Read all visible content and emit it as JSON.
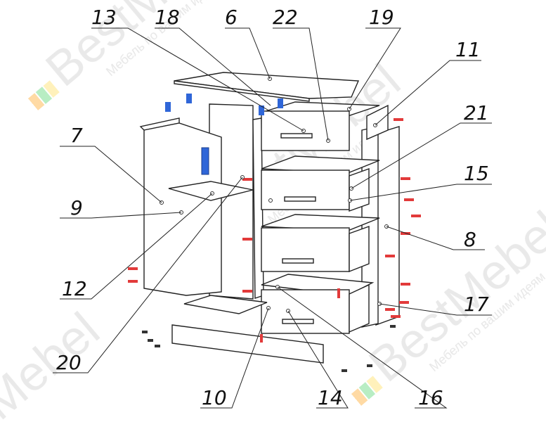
{
  "watermark": {
    "brand": "BestMebel",
    "tagline": "Мебель по вашим идеям",
    "colors": {
      "orange": "#ffb347",
      "green": "#3cc05a",
      "yellow": "#ffe27a",
      "text": "#e8e8e8"
    }
  },
  "callouts": [
    "13",
    "18",
    "6",
    "22",
    "19",
    "11",
    "21",
    "7",
    "15",
    "9",
    "8",
    "12",
    "17",
    "20",
    "10",
    "14",
    "16"
  ],
  "colors": {
    "line": "#222222",
    "screw": "#e23a3a",
    "bracket": "#2f66d8"
  }
}
